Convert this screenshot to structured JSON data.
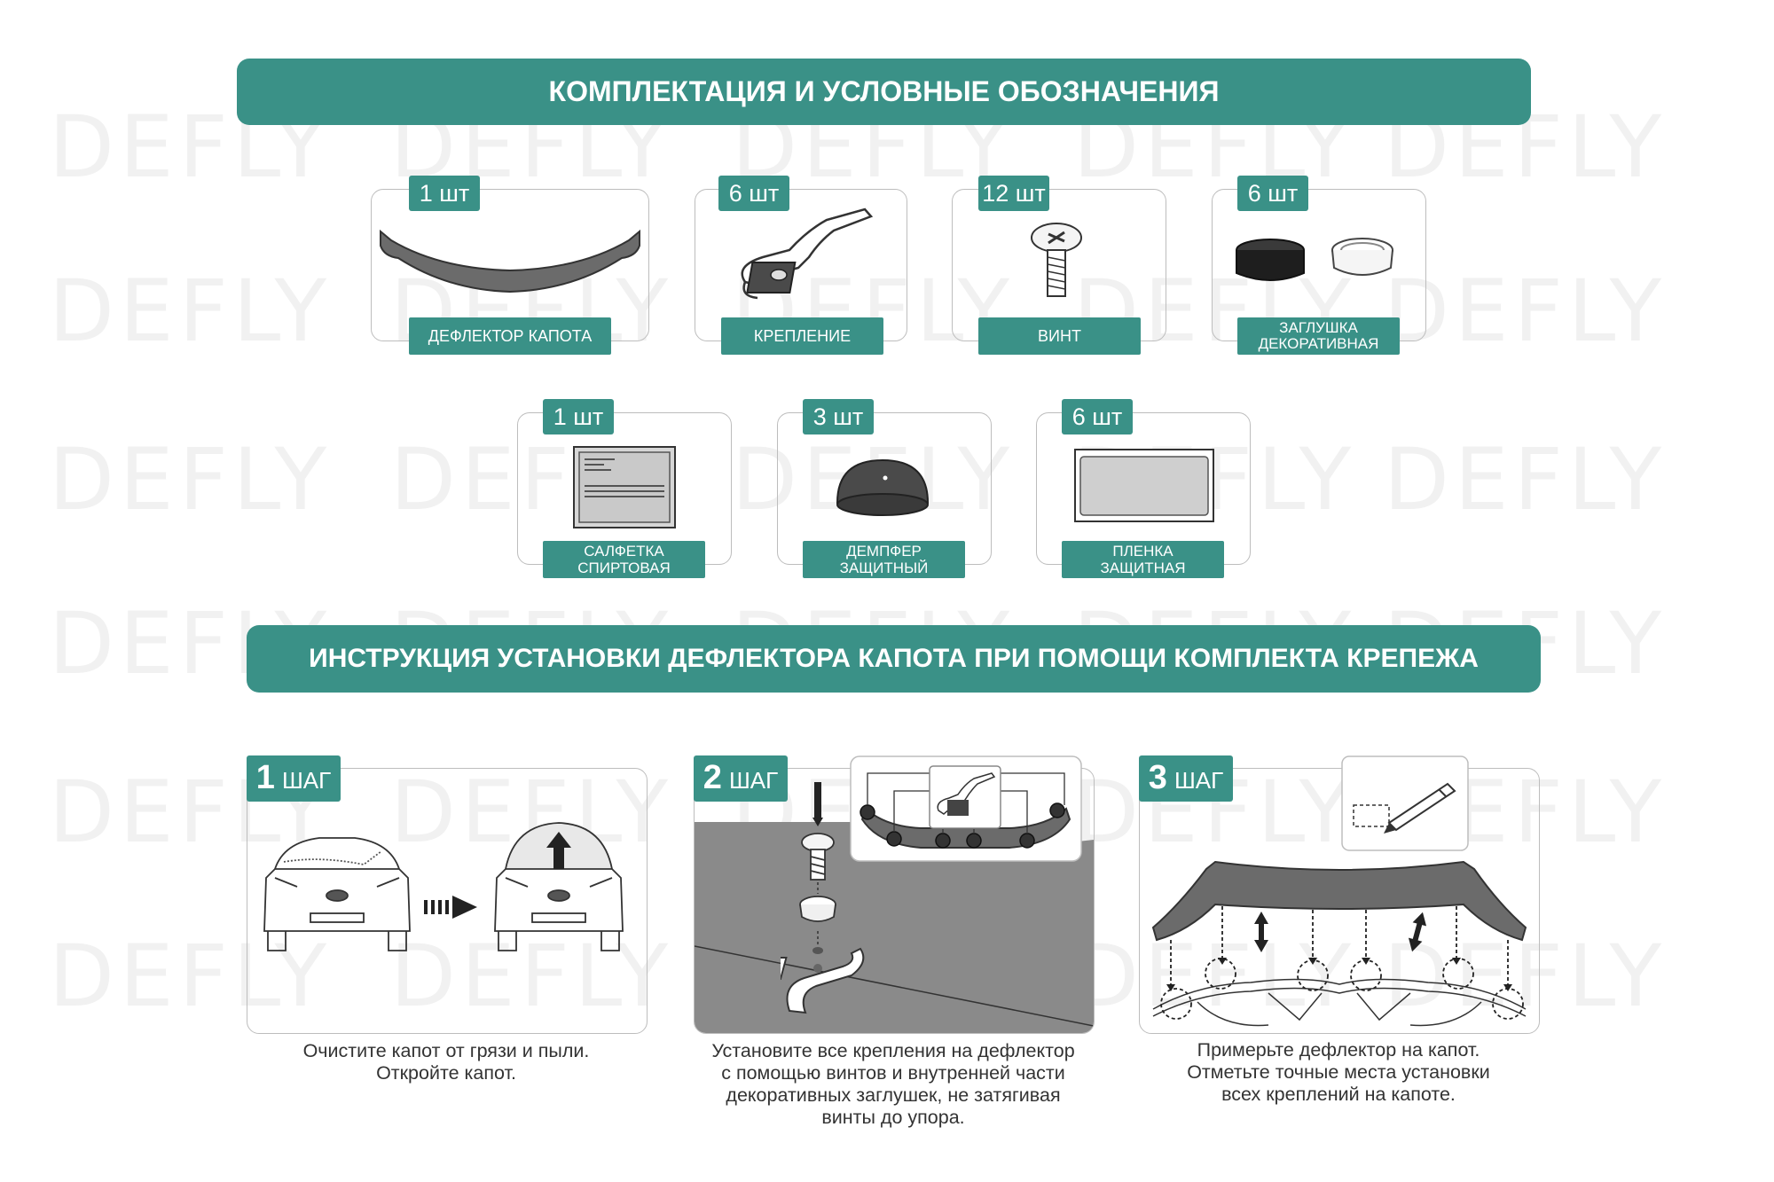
{
  "watermark": "DEFLY",
  "sections": {
    "kit_title": "КОМПЛЕКТАЦИЯ И УСЛОВНЫЕ ОБОЗНАЧЕНИЯ",
    "install_title": "ИНСТРУКЦИЯ УСТАНОВКИ ДЕФЛЕКТОРА КАПОТА ПРИ ПОМОЩИ КОМПЛЕКТА КРЕПЕЖА"
  },
  "kit": [
    {
      "qty": "1 шт",
      "label": "ДЕФЛЕКТОР КАПОТА",
      "icon": "hood-deflector-icon"
    },
    {
      "qty": "6 шт",
      "label": "КРЕПЛЕНИЕ",
      "icon": "mounting-clip-icon"
    },
    {
      "qty": "12 шт",
      "label": "ВИНТ",
      "icon": "screw-icon"
    },
    {
      "qty": "6 шт",
      "label": "ЗАГЛУШКА\nДЕКОРАТИВНАЯ",
      "icon": "decorative-cap-icon"
    },
    {
      "qty": "1 шт",
      "label": "САЛФЕТКА\nСПИРТОВАЯ",
      "icon": "alcohol-wipe-icon"
    },
    {
      "qty": "3 шт",
      "label": "ДЕМПФЕР\nЗАЩИТНЫЙ",
      "icon": "damper-icon"
    },
    {
      "qty": "6 шт",
      "label": "ПЛЕНКА\nЗАЩИТНАЯ",
      "icon": "protective-film-icon"
    }
  ],
  "steps": [
    {
      "num": "1",
      "word": "ШАГ",
      "caption": "Очистите капот от грязи и пыли.\nОткройте капот."
    },
    {
      "num": "2",
      "word": "ШАГ",
      "caption": "Установите все крепления на дефлектор\nс помощью винтов и внутренней части\nдекоративных заглушек, не затягивая\nвинты до упора."
    },
    {
      "num": "3",
      "word": "ШАГ",
      "caption": "Примерьте дефлектор на капот.\nОтметьте точные места установки\nвсех креплений на капоте."
    }
  ],
  "colors": {
    "accent": "#3a9187",
    "border": "#bdbdbd",
    "part_gray": "#6b6b6b"
  }
}
